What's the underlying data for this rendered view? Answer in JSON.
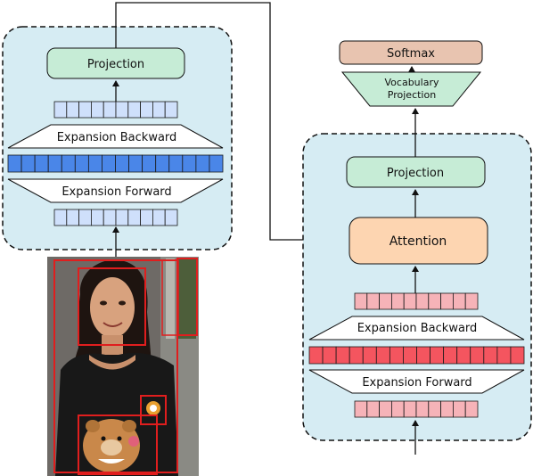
{
  "left_module": {
    "projection_label": "Projection",
    "expansion_backward_label": "Expansion Backward",
    "expansion_forward_label": "Expansion Forward",
    "top_vector_cells": 10,
    "wide_vector_cells": 16,
    "bottom_vector_cells": 10,
    "colors": {
      "panel": "#d6ecf3",
      "projection": "#c6ecd6",
      "light_cell": "#cfe0fb",
      "dark_cell": "#4a86e8"
    }
  },
  "right_module": {
    "softmax_label": "Softmax",
    "vocab_projection_line1": "Vocabulary",
    "vocab_projection_line2": "Projection",
    "projection_label": "Projection",
    "attention_label": "Attention",
    "expansion_backward_label": "Expansion Backward",
    "expansion_forward_label": "Expansion Forward",
    "top_vector_cells": 10,
    "wide_vector_cells": 16,
    "bottom_vector_cells": 10,
    "colors": {
      "panel": "#d6ecf3",
      "softmax": "#e8c4b0",
      "vocab": "#c6ecd6",
      "projection": "#c6ecd6",
      "attention": "#fdd5b1",
      "light_cell": "#f6b3b8",
      "dark_cell": "#f4555f"
    }
  },
  "photo": {
    "detection_boxes": 6,
    "box_color": "#e01e1e",
    "colors": {
      "background": "#6e6a66",
      "hair": "#1e1410",
      "skin": "#d8a27e",
      "shirt": "#181818",
      "toy": "#c9884a"
    }
  }
}
